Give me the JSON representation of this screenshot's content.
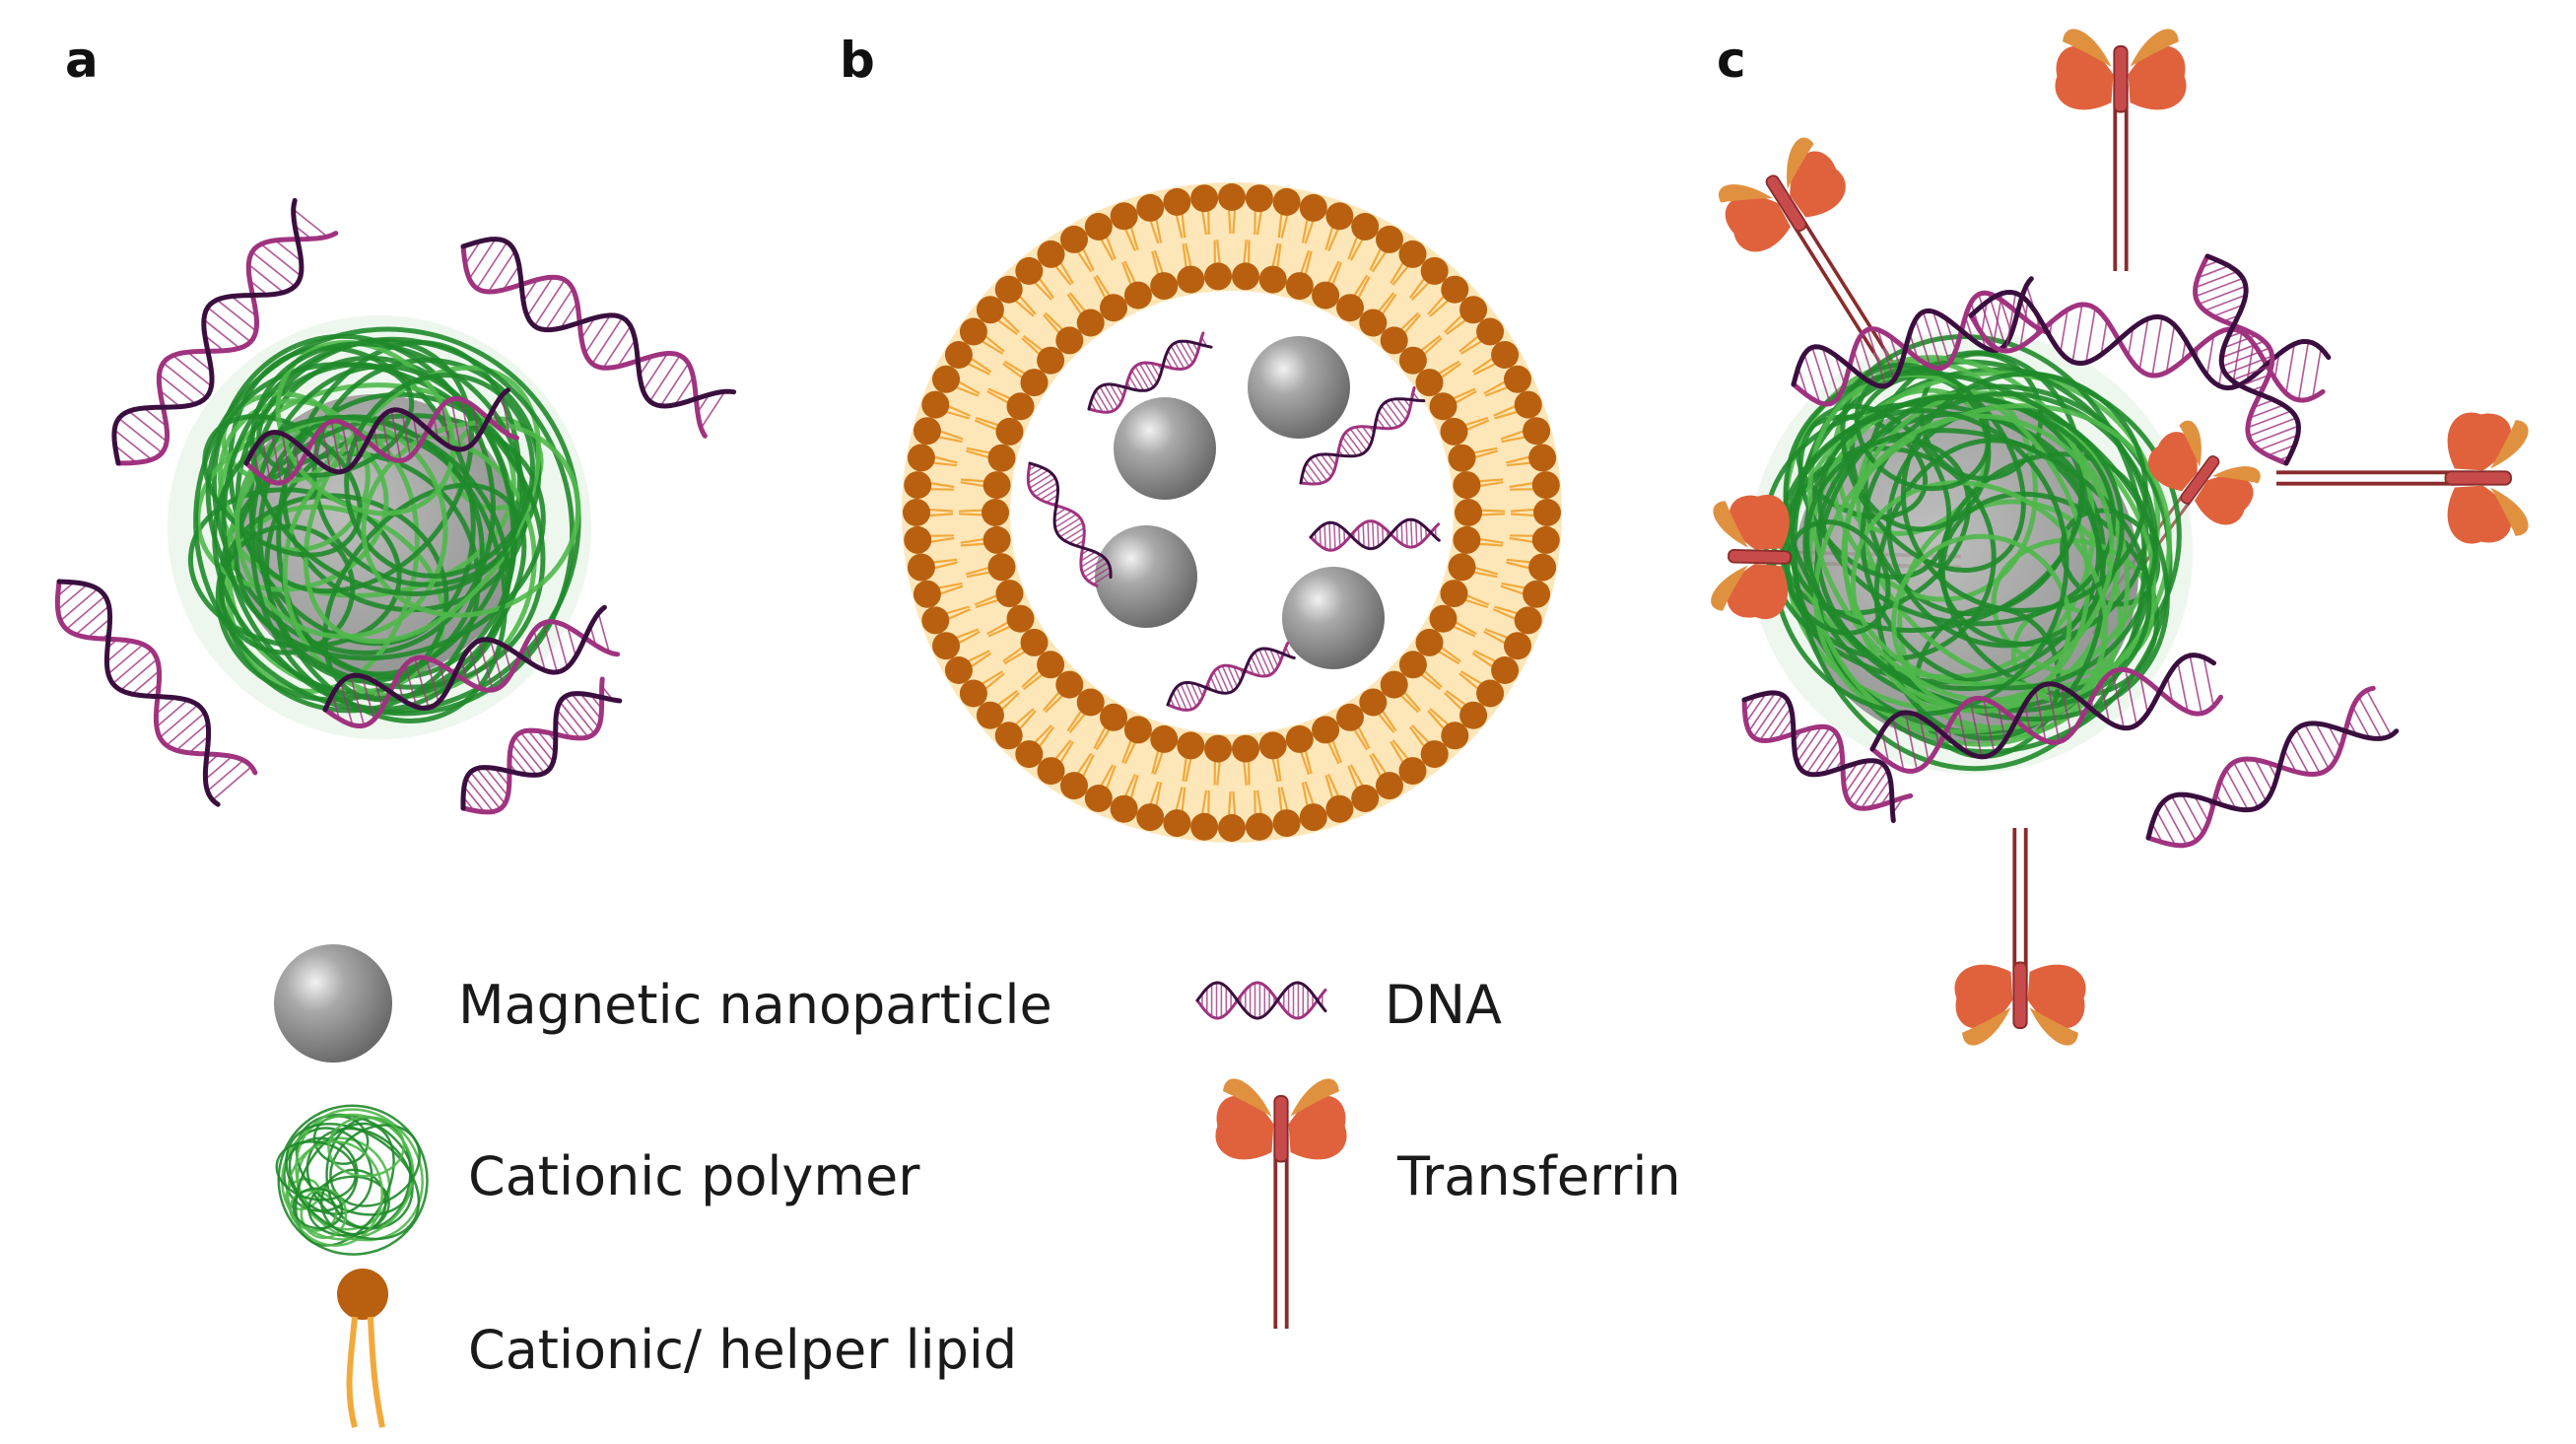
{
  "panels": {
    "a": "a",
    "b": "b",
    "c": "c"
  },
  "legend": {
    "nanoparticle": "Magnetic nanoparticle",
    "polymer": "Cationic polymer",
    "lipid": "Cationic/ helper lipid",
    "dna": "DNA",
    "transferrin": "Transferrin"
  },
  "colors": {
    "polymer": "#1f8a2a",
    "polymer_light": "#4fb84a",
    "dna_magenta": "#a0337f",
    "dna_dark": "#3a0f3f",
    "lipid_head": "#b8600f",
    "lipid_tail": "#f2a93b",
    "nanoparticle": "#8c8c8c",
    "transferrin": "#e0623c",
    "transferrin_light": "#e0913f",
    "transferrin_stalk": "#8a2b2b"
  }
}
